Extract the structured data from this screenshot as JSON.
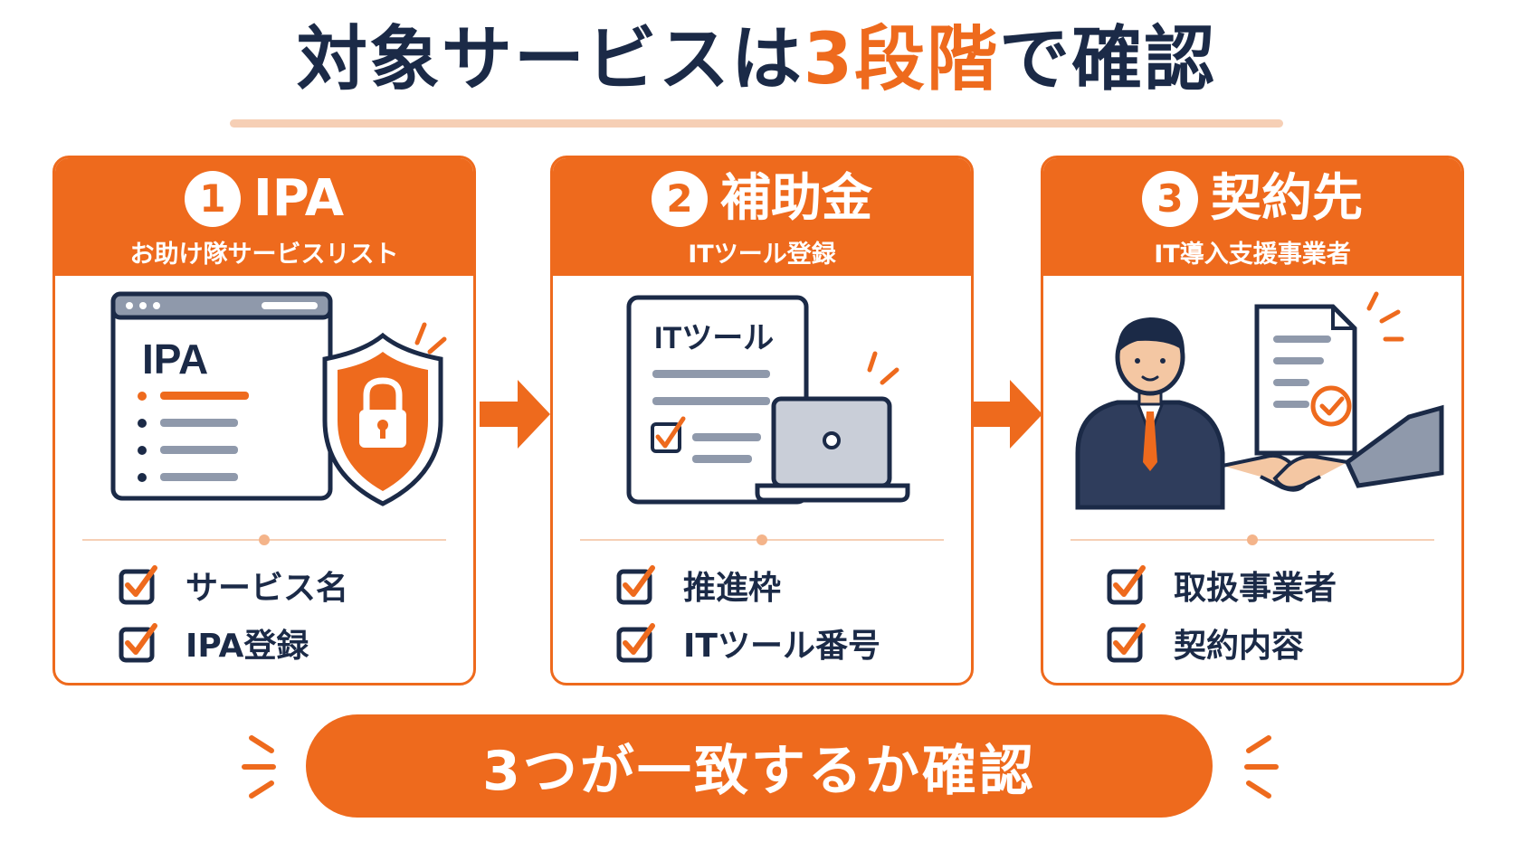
{
  "title": {
    "part1": "対象サービスは",
    "highlight": "3段階",
    "part2": "で確認"
  },
  "cards": [
    {
      "number": "1",
      "title": "IPA",
      "subtitle": "お助け隊サービスリスト",
      "illustration_label": "IPA",
      "icon": "shield-lock-icon",
      "items": [
        "サービス名",
        "IPA登録"
      ]
    },
    {
      "number": "2",
      "title": "補助金",
      "subtitle": "ITツール登録",
      "illustration_label": "ITツール",
      "icon": "laptop-document-icon",
      "items": [
        "推進枠",
        "ITツール番号"
      ]
    },
    {
      "number": "3",
      "title": "契約先",
      "subtitle": "IT導入支援事業者",
      "icon": "handshake-contract-icon",
      "items": [
        "取扱事業者",
        "契約内容"
      ]
    }
  ],
  "banner": "3つが一致するか確認",
  "colors": {
    "accent": "#ee6a1d",
    "navy": "#1b2a47",
    "gray": "#8f99ab",
    "light_accent": "#f6cfb5"
  }
}
